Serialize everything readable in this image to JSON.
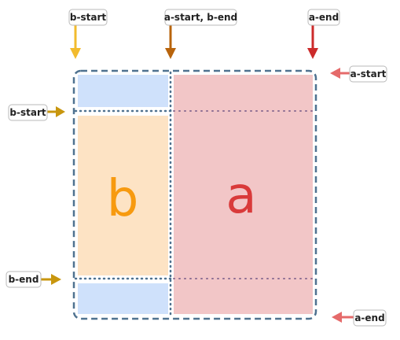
{
  "grid": {
    "area_a_letter": "a",
    "area_b_letter": "b"
  },
  "labels": {
    "top_b_start": "b-start",
    "top_a_start_b_end": "a-start, b-end",
    "top_a_end": "a-end",
    "left_b_start": "b-start",
    "left_b_end": "b-end",
    "right_a_start": "a-start",
    "right_a_end": "a-end"
  },
  "colors": {
    "blue_cell": "#cfe1fb",
    "orange_cell": "#fde3c4",
    "pink_cell": "#f2c6c7",
    "grid_border": "#4f7290",
    "letter_a": "#d93a3a",
    "letter_b": "#f79a0f",
    "arrow_yellow": "#f2bb2e",
    "arrow_brown": "#b8640c",
    "arrow_red": "#cc2b2b",
    "arrow_gold": "#c8960e",
    "arrow_pink": "#e56a6a"
  }
}
